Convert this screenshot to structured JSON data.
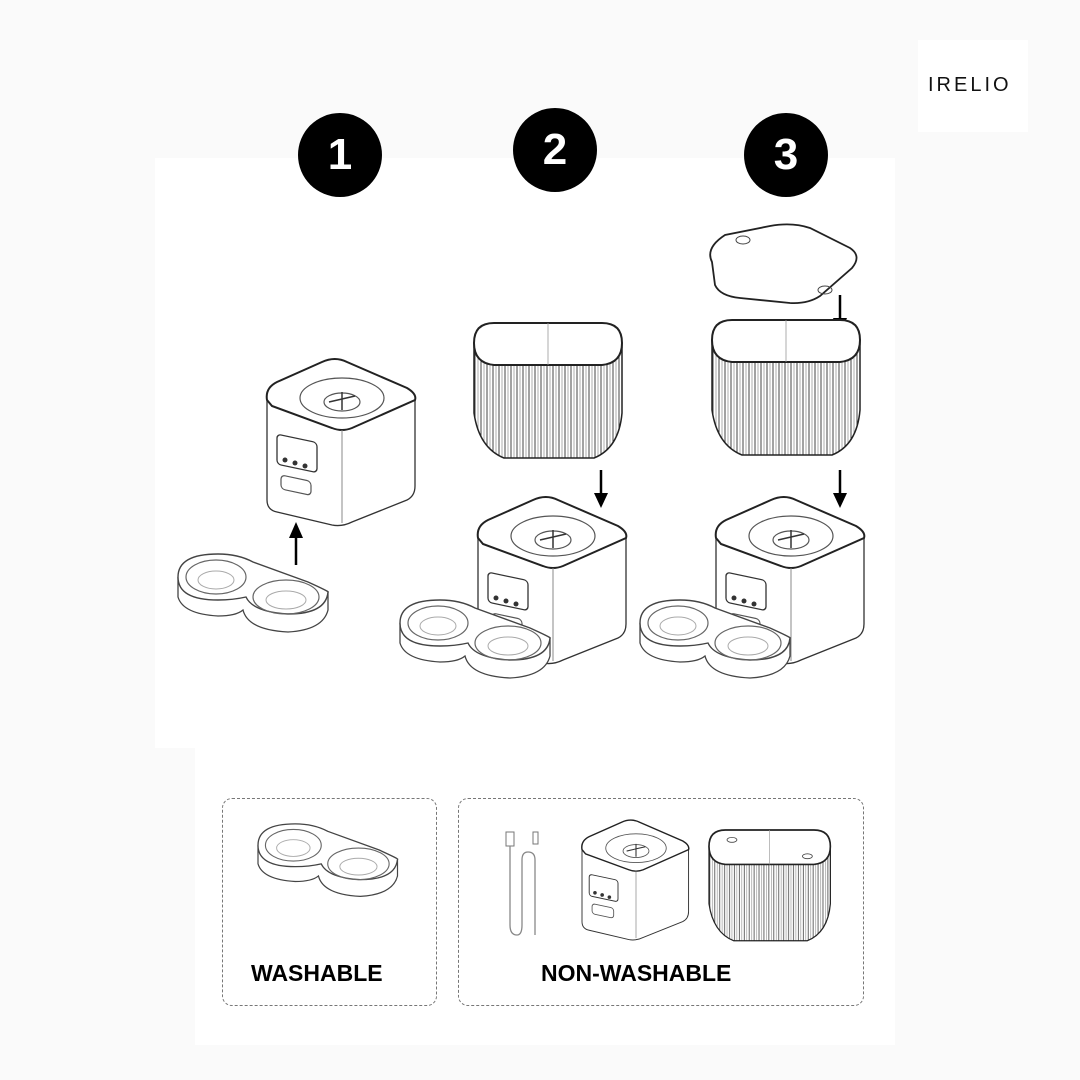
{
  "brand": {
    "name": "IRELIO"
  },
  "steps": [
    {
      "number": "1",
      "description": "Attach double bowl to feeder base"
    },
    {
      "number": "2",
      "description": "Place food container onto base"
    },
    {
      "number": "3",
      "description": "Place lid on container"
    }
  ],
  "legend": {
    "washable": {
      "label": "WASHABLE",
      "items": [
        "double-bowl"
      ]
    },
    "non_washable": {
      "label": "NON-WASHABLE",
      "items": [
        "usb-cable",
        "feeder-base",
        "food-container"
      ]
    }
  },
  "colors": {
    "line": "#333333",
    "circle": "#000000",
    "background": "#ffffff"
  }
}
